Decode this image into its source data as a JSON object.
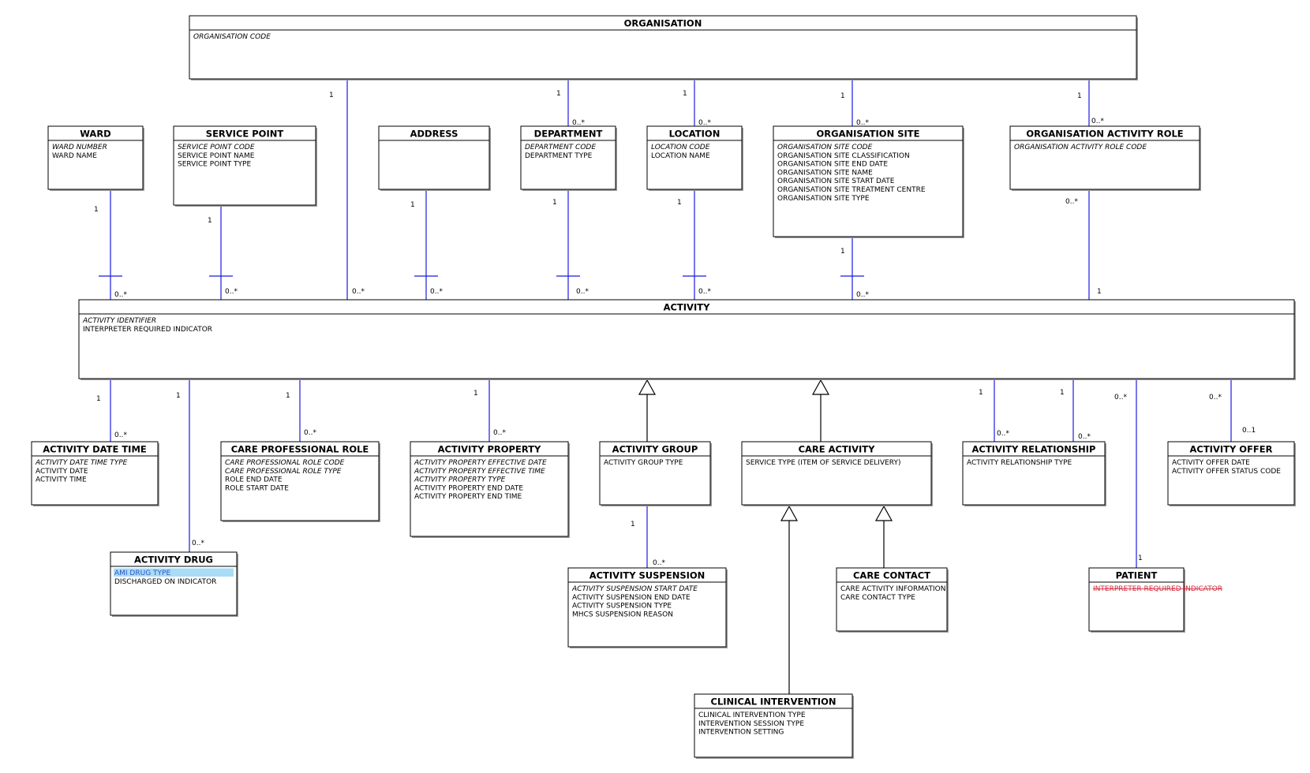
{
  "entities": {
    "organisation": {
      "name": "ORGANISATION",
      "attributes": [
        {
          "text": "ORGANISATION CODE",
          "key": true
        }
      ]
    },
    "ward": {
      "name": "WARD",
      "attributes": [
        {
          "text": "WARD NUMBER",
          "key": true
        },
        {
          "text": "WARD NAME"
        }
      ]
    },
    "service_point": {
      "name": "SERVICE POINT",
      "attributes": [
        {
          "text": "SERVICE POINT CODE",
          "key": true
        },
        {
          "text": "SERVICE POINT NAME"
        },
        {
          "text": "SERVICE POINT TYPE"
        }
      ]
    },
    "address": {
      "name": "ADDRESS",
      "attributes": []
    },
    "department": {
      "name": "DEPARTMENT",
      "attributes": [
        {
          "text": "DEPARTMENT CODE",
          "key": true
        },
        {
          "text": "DEPARTMENT TYPE"
        }
      ]
    },
    "location": {
      "name": "LOCATION",
      "attributes": [
        {
          "text": "LOCATION CODE",
          "key": true
        },
        {
          "text": "LOCATION NAME"
        }
      ]
    },
    "organisation_site": {
      "name": "ORGANISATION SITE",
      "attributes": [
        {
          "text": "ORGANISATION SITE CODE",
          "key": true
        },
        {
          "text": "ORGANISATION SITE CLASSIFICATION"
        },
        {
          "text": "ORGANISATION SITE END DATE"
        },
        {
          "text": "ORGANISATION SITE NAME"
        },
        {
          "text": "ORGANISATION SITE START DATE"
        },
        {
          "text": "ORGANISATION SITE TREATMENT CENTRE"
        },
        {
          "text": "ORGANISATION SITE TYPE"
        }
      ]
    },
    "organisation_activity_role": {
      "name": "ORGANISATION ACTIVITY ROLE",
      "attributes": [
        {
          "text": "ORGANISATION ACTIVITY ROLE CODE",
          "key": true
        }
      ]
    },
    "activity": {
      "name": "ACTIVITY",
      "attributes": [
        {
          "text": "ACTIVITY IDENTIFIER",
          "key": true
        },
        {
          "text": "INTERPRETER REQUIRED INDICATOR"
        }
      ]
    },
    "activity_date_time": {
      "name": "ACTIVITY DATE TIME",
      "attributes": [
        {
          "text": "ACTIVITY DATE TIME TYPE",
          "key": true
        },
        {
          "text": "ACTIVITY DATE"
        },
        {
          "text": "ACTIVITY TIME"
        }
      ]
    },
    "care_professional_role": {
      "name": "CARE PROFESSIONAL ROLE",
      "attributes": [
        {
          "text": "CARE PROFESSIONAL ROLE CODE",
          "key": true
        },
        {
          "text": "CARE PROFESSIONAL ROLE TYPE",
          "key": true
        },
        {
          "text": "ROLE END DATE"
        },
        {
          "text": "ROLE START DATE"
        }
      ]
    },
    "activity_property": {
      "name": "ACTIVITY PROPERTY",
      "attributes": [
        {
          "text": "ACTIVITY PROPERTY EFFECTIVE DATE",
          "key": true
        },
        {
          "text": "ACTIVITY PROPERTY EFFECTIVE TIME",
          "key": true
        },
        {
          "text": "ACTIVITY PROPERTY TYPE",
          "key": true
        },
        {
          "text": "ACTIVITY PROPERTY END DATE"
        },
        {
          "text": "ACTIVITY PROPERTY END TIME"
        }
      ]
    },
    "activity_group": {
      "name": "ACTIVITY GROUP",
      "attributes": [
        {
          "text": "ACTIVITY GROUP TYPE"
        }
      ]
    },
    "care_activity": {
      "name": "CARE ACTIVITY",
      "attributes": [
        {
          "text": "SERVICE TYPE (ITEM OF SERVICE DELIVERY)"
        }
      ]
    },
    "activity_relationship": {
      "name": "ACTIVITY RELATIONSHIP",
      "attributes": [
        {
          "text": "ACTIVITY RELATIONSHIP TYPE"
        }
      ]
    },
    "activity_offer": {
      "name": "ACTIVITY OFFER",
      "attributes": [
        {
          "text": "ACTIVITY OFFER DATE"
        },
        {
          "text": "ACTIVITY OFFER STATUS CODE"
        }
      ]
    },
    "activity_drug": {
      "name": "ACTIVITY DRUG",
      "attributes": [
        {
          "text": "AMI DRUG TYPE",
          "highlight": true
        },
        {
          "text": "DISCHARGED ON INDICATOR"
        }
      ]
    },
    "activity_suspension": {
      "name": "ACTIVITY SUSPENSION",
      "attributes": [
        {
          "text": "ACTIVITY SUSPENSION START DATE",
          "key": true
        },
        {
          "text": "ACTIVITY SUSPENSION END DATE"
        },
        {
          "text": "ACTIVITY SUSPENSION TYPE"
        },
        {
          "text": "MHCS SUSPENSION REASON"
        }
      ]
    },
    "care_contact": {
      "name": "CARE CONTACT",
      "attributes": [
        {
          "text": "CARE ACTIVITY INFORMATION"
        },
        {
          "text": "CARE CONTACT TYPE"
        }
      ]
    },
    "patient": {
      "name": "PATIENT",
      "attributes": [
        {
          "text": "INTERPRETER REQUIRED INDICATOR",
          "removed": true
        }
      ]
    },
    "clinical_intervention": {
      "name": "CLINICAL INTERVENTION",
      "attributes": [
        {
          "text": "CLINICAL INTERVENTION TYPE"
        },
        {
          "text": "INTERVENTION SESSION TYPE"
        },
        {
          "text": "INTERVENTION SETTING"
        }
      ]
    }
  },
  "associations": [
    {
      "from": "organisation",
      "to": "activity",
      "from_mult": "1",
      "to_mult": "0..*"
    },
    {
      "from": "organisation",
      "to": "department",
      "from_mult": "1",
      "to_mult": "0..*"
    },
    {
      "from": "organisation",
      "to": "location",
      "from_mult": "1",
      "to_mult": "0..*"
    },
    {
      "from": "organisation",
      "to": "organisation_site",
      "from_mult": "1",
      "to_mult": "0..*"
    },
    {
      "from": "organisation",
      "to": "organisation_activity_role",
      "from_mult": "1",
      "to_mult": "0..*"
    },
    {
      "from": "ward",
      "to": "activity",
      "from_mult": "1",
      "to_mult": "0..*"
    },
    {
      "from": "service_point",
      "to": "activity",
      "from_mult": "1",
      "to_mult": "0..*"
    },
    {
      "from": "address",
      "to": "activity",
      "from_mult": "1",
      "to_mult": "0..*"
    },
    {
      "from": "department",
      "to": "activity",
      "from_mult": "1",
      "to_mult": "0..*"
    },
    {
      "from": "location",
      "to": "activity",
      "from_mult": "1",
      "to_mult": "0..*"
    },
    {
      "from": "organisation_site",
      "to": "activity",
      "from_mult": "1",
      "to_mult": "0..*"
    },
    {
      "from": "organisation_activity_role",
      "to": "activity",
      "from_mult": "0..*",
      "to_mult": "1"
    },
    {
      "from": "activity",
      "to": "activity_date_time",
      "from_mult": "1",
      "to_mult": "0..*"
    },
    {
      "from": "activity",
      "to": "activity_drug",
      "from_mult": "1",
      "to_mult": "0..*"
    },
    {
      "from": "activity",
      "to": "care_professional_role",
      "from_mult": "1",
      "to_mult": "0..*"
    },
    {
      "from": "activity",
      "to": "activity_property",
      "from_mult": "1",
      "to_mult": "0..*"
    },
    {
      "from": "activity",
      "to": "activity_relationship",
      "from_mult": "1",
      "to_mult": "0..*"
    },
    {
      "from": "activity",
      "to": "activity_relationship",
      "from_mult": "1",
      "to_mult": "0..*"
    },
    {
      "from": "activity",
      "to": "patient",
      "from_mult": "0..*",
      "to_mult": "1"
    },
    {
      "from": "activity",
      "to": "activity_offer",
      "from_mult": "0..*",
      "to_mult": "0..1"
    },
    {
      "from": "activity_group",
      "to": "activity_suspension",
      "from_mult": "1",
      "to_mult": "0..*"
    }
  ],
  "generalizations": [
    {
      "child": "activity_group",
      "parent": "activity"
    },
    {
      "child": "care_activity",
      "parent": "activity"
    },
    {
      "child": "clinical_intervention",
      "parent": "care_activity"
    },
    {
      "child": "care_contact",
      "parent": "care_activity"
    }
  ],
  "colors": {
    "line": "#1a1adf",
    "inheritance_line": "#000000",
    "highlight": "#a9dcf5",
    "highlight_text": "#2b55c4",
    "removed_text": "#d22b3c"
  }
}
